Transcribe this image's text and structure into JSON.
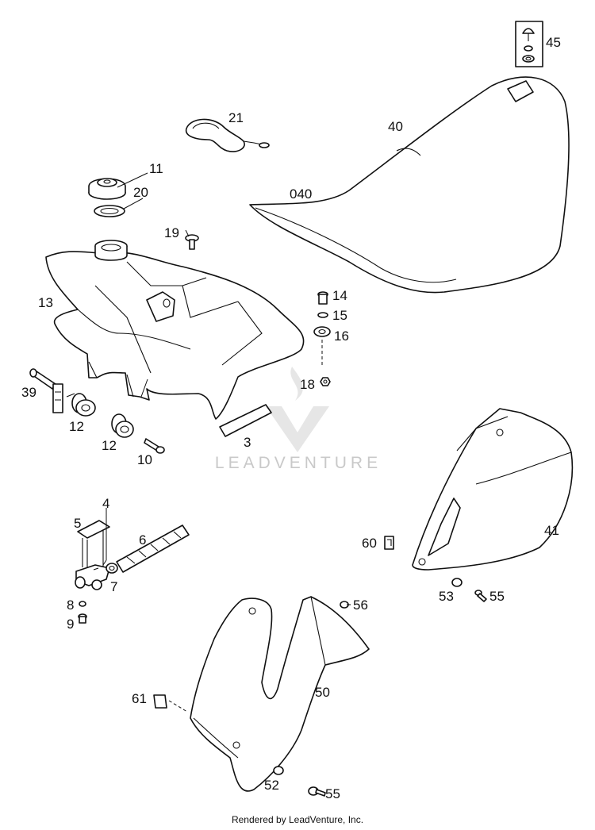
{
  "callouts": {
    "p45": "45",
    "p21": "21",
    "p40": "40",
    "p040": "040",
    "p11": "11",
    "p20": "20",
    "p19": "19",
    "p13": "13",
    "p14": "14",
    "p15": "15",
    "p16": "16",
    "p18": "18",
    "p39": "39",
    "p12a": "12",
    "p12b": "12",
    "p10": "10",
    "p3": "3",
    "p4": "4",
    "p5": "5",
    "p6": "6",
    "p7": "7",
    "p8": "8",
    "p9": "9",
    "p60": "60",
    "p41": "41",
    "p53": "53",
    "p55a": "55",
    "p56": "56",
    "p61": "61",
    "p50": "50",
    "p52": "52",
    "p55b": "55"
  },
  "watermark": {
    "text": "LEADVENTURE"
  },
  "footer": {
    "text": "Rendered by LeadVenture, Inc."
  }
}
